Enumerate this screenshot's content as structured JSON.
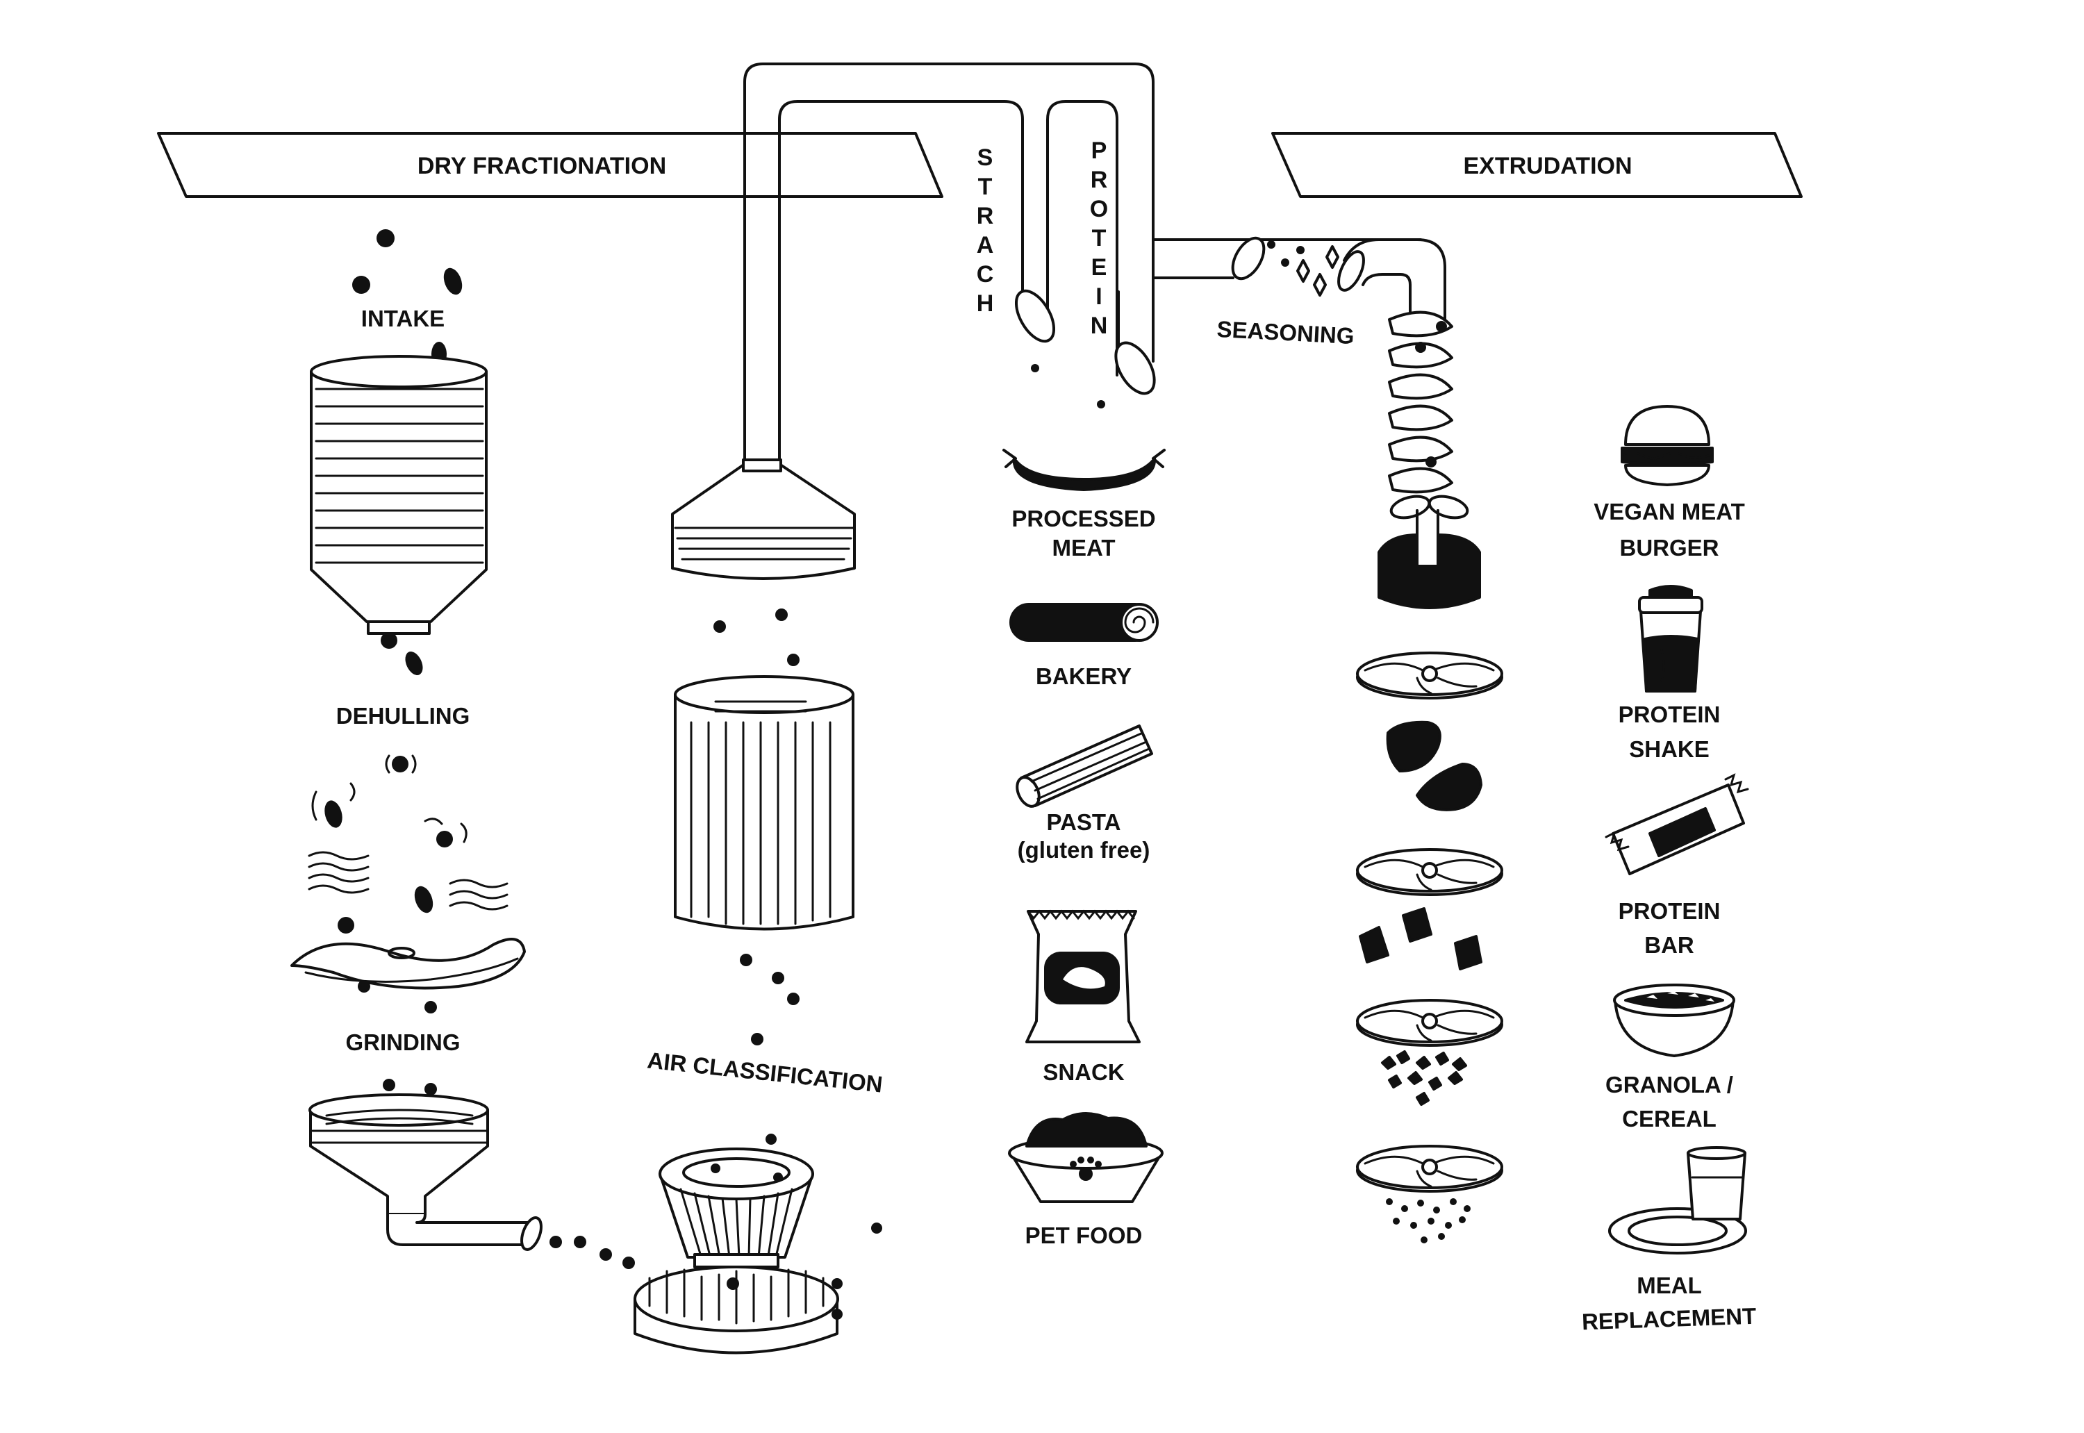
{
  "colors": {
    "ink": "#111111",
    "background": "#ffffff"
  },
  "sections": {
    "dry_fractionation": "DRY FRACTIONATION",
    "extrudation": "EXTRUDATION"
  },
  "pipes": {
    "strach": [
      "S",
      "T",
      "R",
      "A",
      "C",
      "H"
    ],
    "protein": [
      "P",
      "R",
      "O",
      "T",
      "E",
      "I",
      "N"
    ]
  },
  "steps": {
    "intake": "INTAKE",
    "dehulling": "DEHULLING",
    "grinding": "GRINDING",
    "air_classification": "AIR CLASSIFICATION",
    "seasoning": "SEASONING"
  },
  "starch_products": [
    {
      "lines": [
        "PROCESSED",
        "MEAT"
      ],
      "icon": "sausage-icon"
    },
    {
      "lines": [
        "BAKERY"
      ],
      "icon": "bread-roll-icon"
    },
    {
      "lines": [
        "PASTA",
        "(gluten free)"
      ],
      "icon": "pasta-icon"
    },
    {
      "lines": [
        "SNACK"
      ],
      "icon": "snack-bag-icon"
    },
    {
      "lines": [
        "PET FOOD"
      ],
      "icon": "pet-bowl-icon"
    }
  ],
  "protein_products": [
    {
      "lines": [
        "VEGAN MEAT",
        "BURGER"
      ],
      "icon": "burger-icon"
    },
    {
      "lines": [
        "PROTEIN",
        "SHAKE"
      ],
      "icon": "shaker-icon"
    },
    {
      "lines": [
        "PROTEIN",
        "BAR"
      ],
      "icon": "protein-bar-icon"
    },
    {
      "lines": [
        "GRANOLA /",
        "CEREAL"
      ],
      "icon": "cereal-bowl-icon"
    },
    {
      "lines": [
        "MEAL",
        "REPLACEMENT"
      ],
      "icon": "meal-plate-icon"
    }
  ]
}
